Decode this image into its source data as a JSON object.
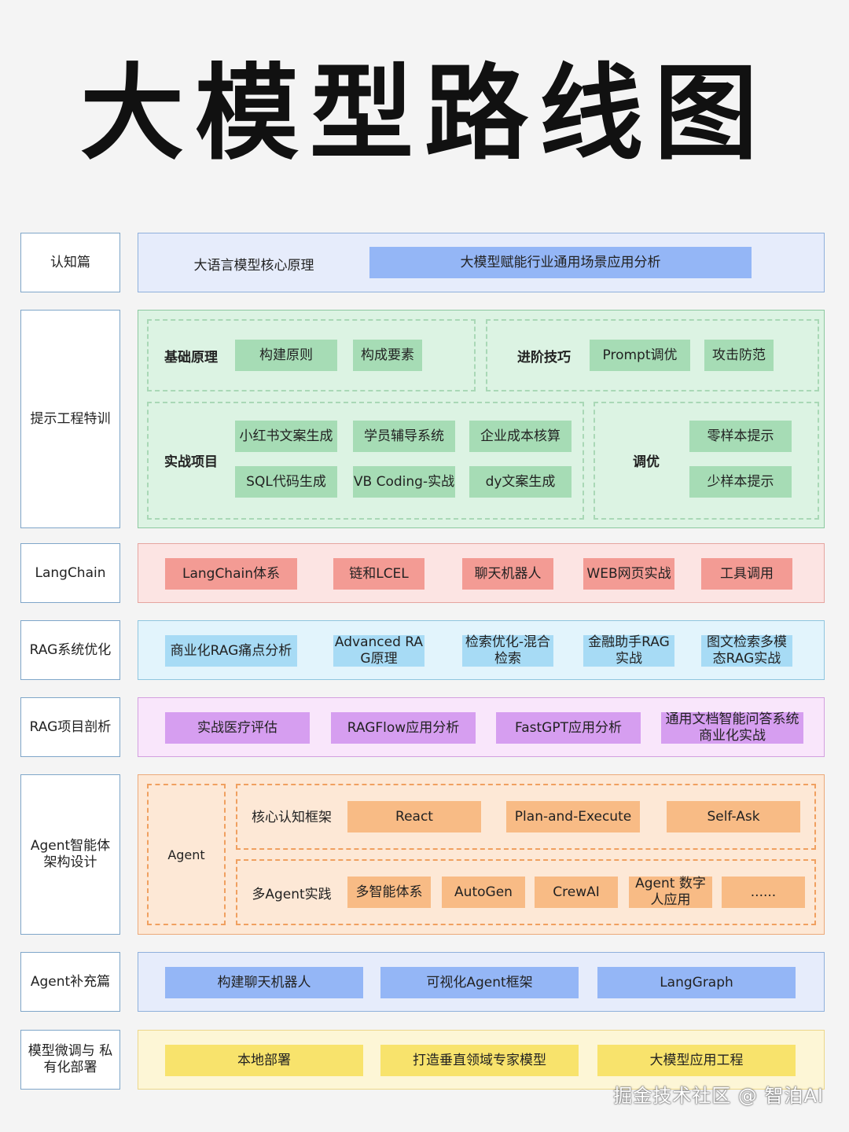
{
  "title": "大模型路线图",
  "sections": {
    "s1": {
      "label": "认知篇",
      "items": [
        "大语言模型核心原理",
        "大模型赋能行业通用场景应用分析"
      ]
    },
    "s2": {
      "label": "提示工程特训",
      "basic": {
        "heading": "基础原理",
        "items": [
          "构建原则",
          "构成要素"
        ]
      },
      "advanced": {
        "heading": "进阶技巧",
        "items": [
          "Prompt调优",
          "攻击防范"
        ]
      },
      "projects": {
        "heading": "实战项目",
        "items": [
          "小红书文案生成",
          "学员辅导系统",
          "企业成本核算",
          "SQL代码生成",
          "VB Coding-实战",
          "dy文案生成"
        ]
      },
      "tuning": {
        "heading": "调优",
        "items": [
          "零样本提示",
          "少样本提示"
        ]
      }
    },
    "s3": {
      "label": "LangChain",
      "items": [
        "LangChain体系",
        "链和LCEL",
        "聊天机器人",
        "WEB网页实战",
        "工具调用"
      ]
    },
    "s4": {
      "label": "RAG系统优化",
      "items": [
        "商业化RAG痛点分析",
        "Advanced RA G原理",
        "检索优化-混合 检索",
        "金融助手RAG 实战",
        "图文检索多模 态RAG实战"
      ]
    },
    "s5": {
      "label": "RAG项目剖析",
      "items": [
        "实战医疗评估",
        "RAGFlow应用分析",
        "FastGPT应用分析",
        "通用文档智能问答系统 商业化实战"
      ]
    },
    "s6": {
      "label": "Agent智能体 架构设计",
      "agent": "Agent",
      "core": {
        "heading": "核心认知框架",
        "items": [
          "React",
          "Plan-and-Execute",
          "Self-Ask"
        ]
      },
      "multi": {
        "heading": "多Agent实践",
        "items": [
          "多智能体系",
          "AutoGen",
          "CrewAI",
          "Agent 数字 人应用",
          "......"
        ]
      }
    },
    "s7": {
      "label": "Agent补充篇",
      "items": [
        "构建聊天机器人",
        "可视化Agent框架",
        "LangGraph"
      ]
    },
    "s8": {
      "label": "模型微调与 私有化部署",
      "items": [
        "本地部署",
        "打造垂直领域专家模型",
        "大模型应用工程"
      ]
    }
  },
  "watermark": "掘金技术社区 @ 智泊AI",
  "colors": {
    "s1": "#e6ecfb",
    "s2": "#dcf3e3",
    "s3": "#fce4e3",
    "s4": "#e2f4fc",
    "s5": "#f9e6fb",
    "s6": "#fde8d6",
    "s7": "#e6ecfb",
    "s8": "#fdf6d6"
  }
}
